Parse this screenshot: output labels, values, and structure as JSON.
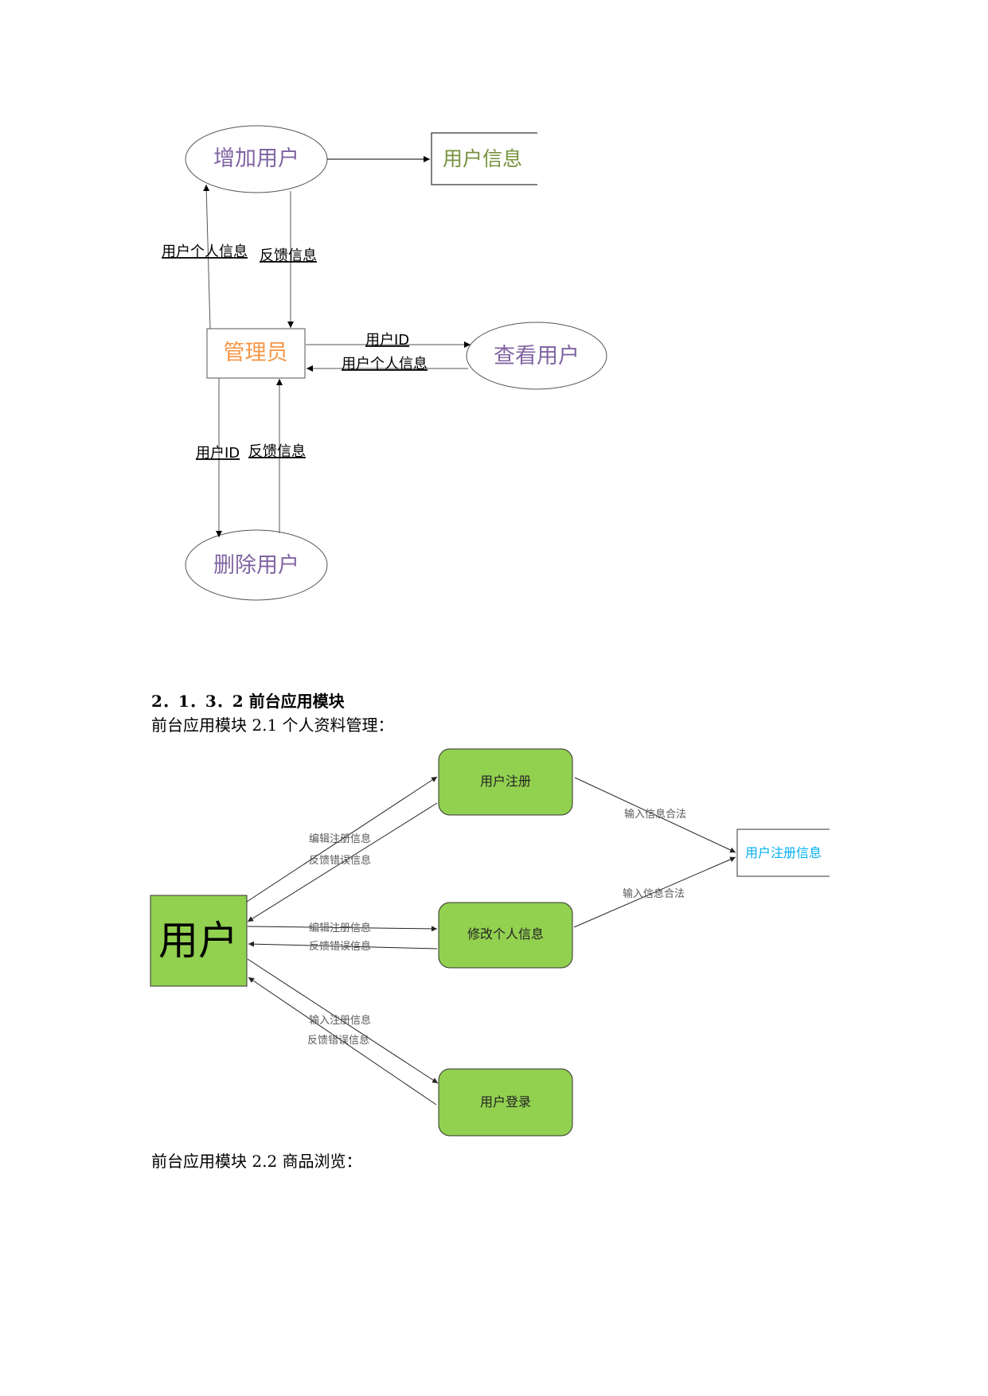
{
  "diagram1": {
    "add_user": "增加用户",
    "user_info_store": "用户信息",
    "admin": "管理员",
    "view_user": "查看用户",
    "delete_user": "删除用户",
    "flow_personal_info": "用户个人信息",
    "flow_feedback_add": "反馈信息",
    "flow_user_id_view": "用户ID",
    "flow_personal_info_back": "用户个人信息",
    "flow_user_id_delete": "用户ID",
    "flow_feedback_delete": "反馈信息"
  },
  "section": {
    "heading": "2．1．3．2 前台应用模块",
    "sub1": "前台应用模块 2.1 个人资料管理：",
    "sub2": "前台应用模块 2.2 商品浏览："
  },
  "diagram2": {
    "user": "用户",
    "register": "用户注册",
    "modify": "修改个人信息",
    "login": "用户登录",
    "reg_info_store": "用户注册信息",
    "flow_edit_reg_1": "编辑注册信息",
    "flow_feedback_err_1": "反馈错误信息",
    "flow_edit_reg_2": "编辑注册信息",
    "flow_feedback_err_2": "反馈错误信息",
    "flow_input_reg": "输入注册信息",
    "flow_feedback_err_3": "反馈错误信息",
    "flow_valid_1": "输入信息合法",
    "flow_valid_2": "输入信息合法"
  },
  "colors": {
    "purple_text": "#8064a2",
    "green_text": "#76923c",
    "orange_text": "#f79646",
    "green_fill": "#92d050",
    "cyan_text": "#00b0f0",
    "gray_text": "#595959"
  }
}
